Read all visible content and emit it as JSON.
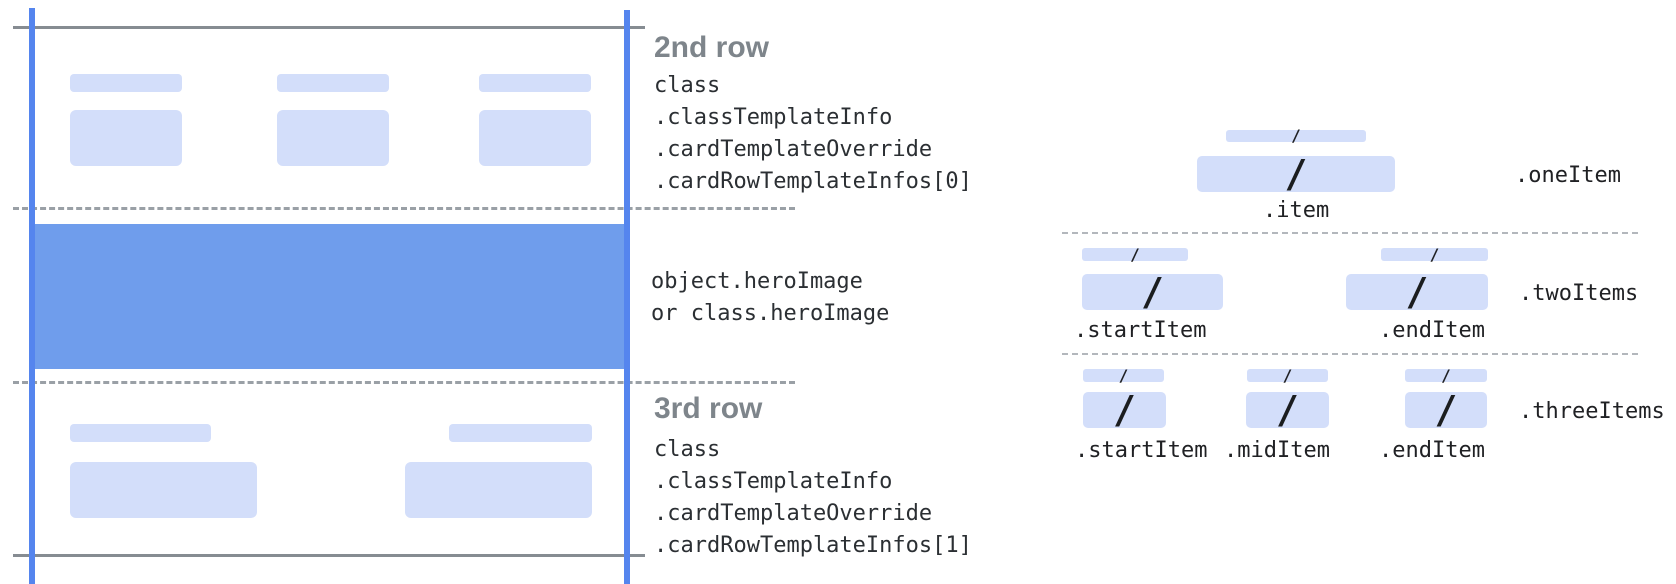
{
  "colors": {
    "guide_line_blue": "#5585ee",
    "hero_band_blue": "#6f9dec",
    "placeholder_blue": "#d3defa",
    "solid_boundary_gray": "#868c92",
    "dashed_divider_gray": "#9aa0a6",
    "dotted_divider_gray": "#b3b7bc",
    "heading_gray": "#7e858b",
    "code_text": "#2b2f33"
  },
  "left_figure": {
    "row2": {
      "heading": "2nd row",
      "code_lines": [
        "class",
        ".classTemplateInfo",
        ".cardTemplateOverride",
        ".cardRowTemplateInfos[0]"
      ]
    },
    "hero": {
      "code_lines": [
        "object.heroImage",
        "or class.heroImage"
      ]
    },
    "row3": {
      "heading": "3rd row",
      "code_lines": [
        "class",
        ".classTemplateInfo",
        ".cardTemplateOverride",
        ".cardRowTemplateInfos[1]"
      ]
    }
  },
  "right_figure": {
    "slash": "/",
    "one_item": {
      "group_label": ".oneItem",
      "item_label": ".item"
    },
    "two_items": {
      "group_label": ".twoItems",
      "start_label": ".startItem",
      "end_label": ".endItem"
    },
    "three_items": {
      "group_label": ".threeItems",
      "start_label": ".startItem",
      "mid_label": ".midItem",
      "end_label": ".endItem"
    }
  }
}
